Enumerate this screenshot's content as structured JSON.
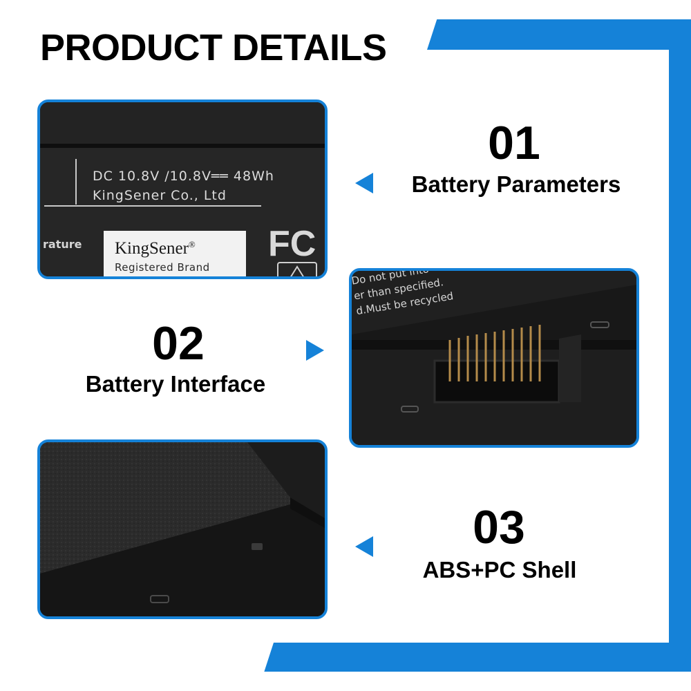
{
  "header": {
    "title": "PRODUCT DETAILS"
  },
  "features": [
    {
      "number": "01",
      "label": "Battery Parameters"
    },
    {
      "number": "02",
      "label": "Battery Interface"
    },
    {
      "number": "03",
      "label": "ABS+PC Shell"
    }
  ],
  "panel1": {
    "spec_line": "DC  10.8V /10.8V══ 48Wh",
    "company_line": "KingSener Co., Ltd",
    "side_text": "rature",
    "brand": "KingSener",
    "brand_mark": "®",
    "brand_sub": "Registered Brand",
    "cert": "FC"
  },
  "panel2": {
    "warning_lines": [
      "Do not put into",
      "er than specified.",
      "d.Must be recycled"
    ]
  },
  "colors": {
    "accent": "#1582d8",
    "battery": "#1b1b1b"
  }
}
